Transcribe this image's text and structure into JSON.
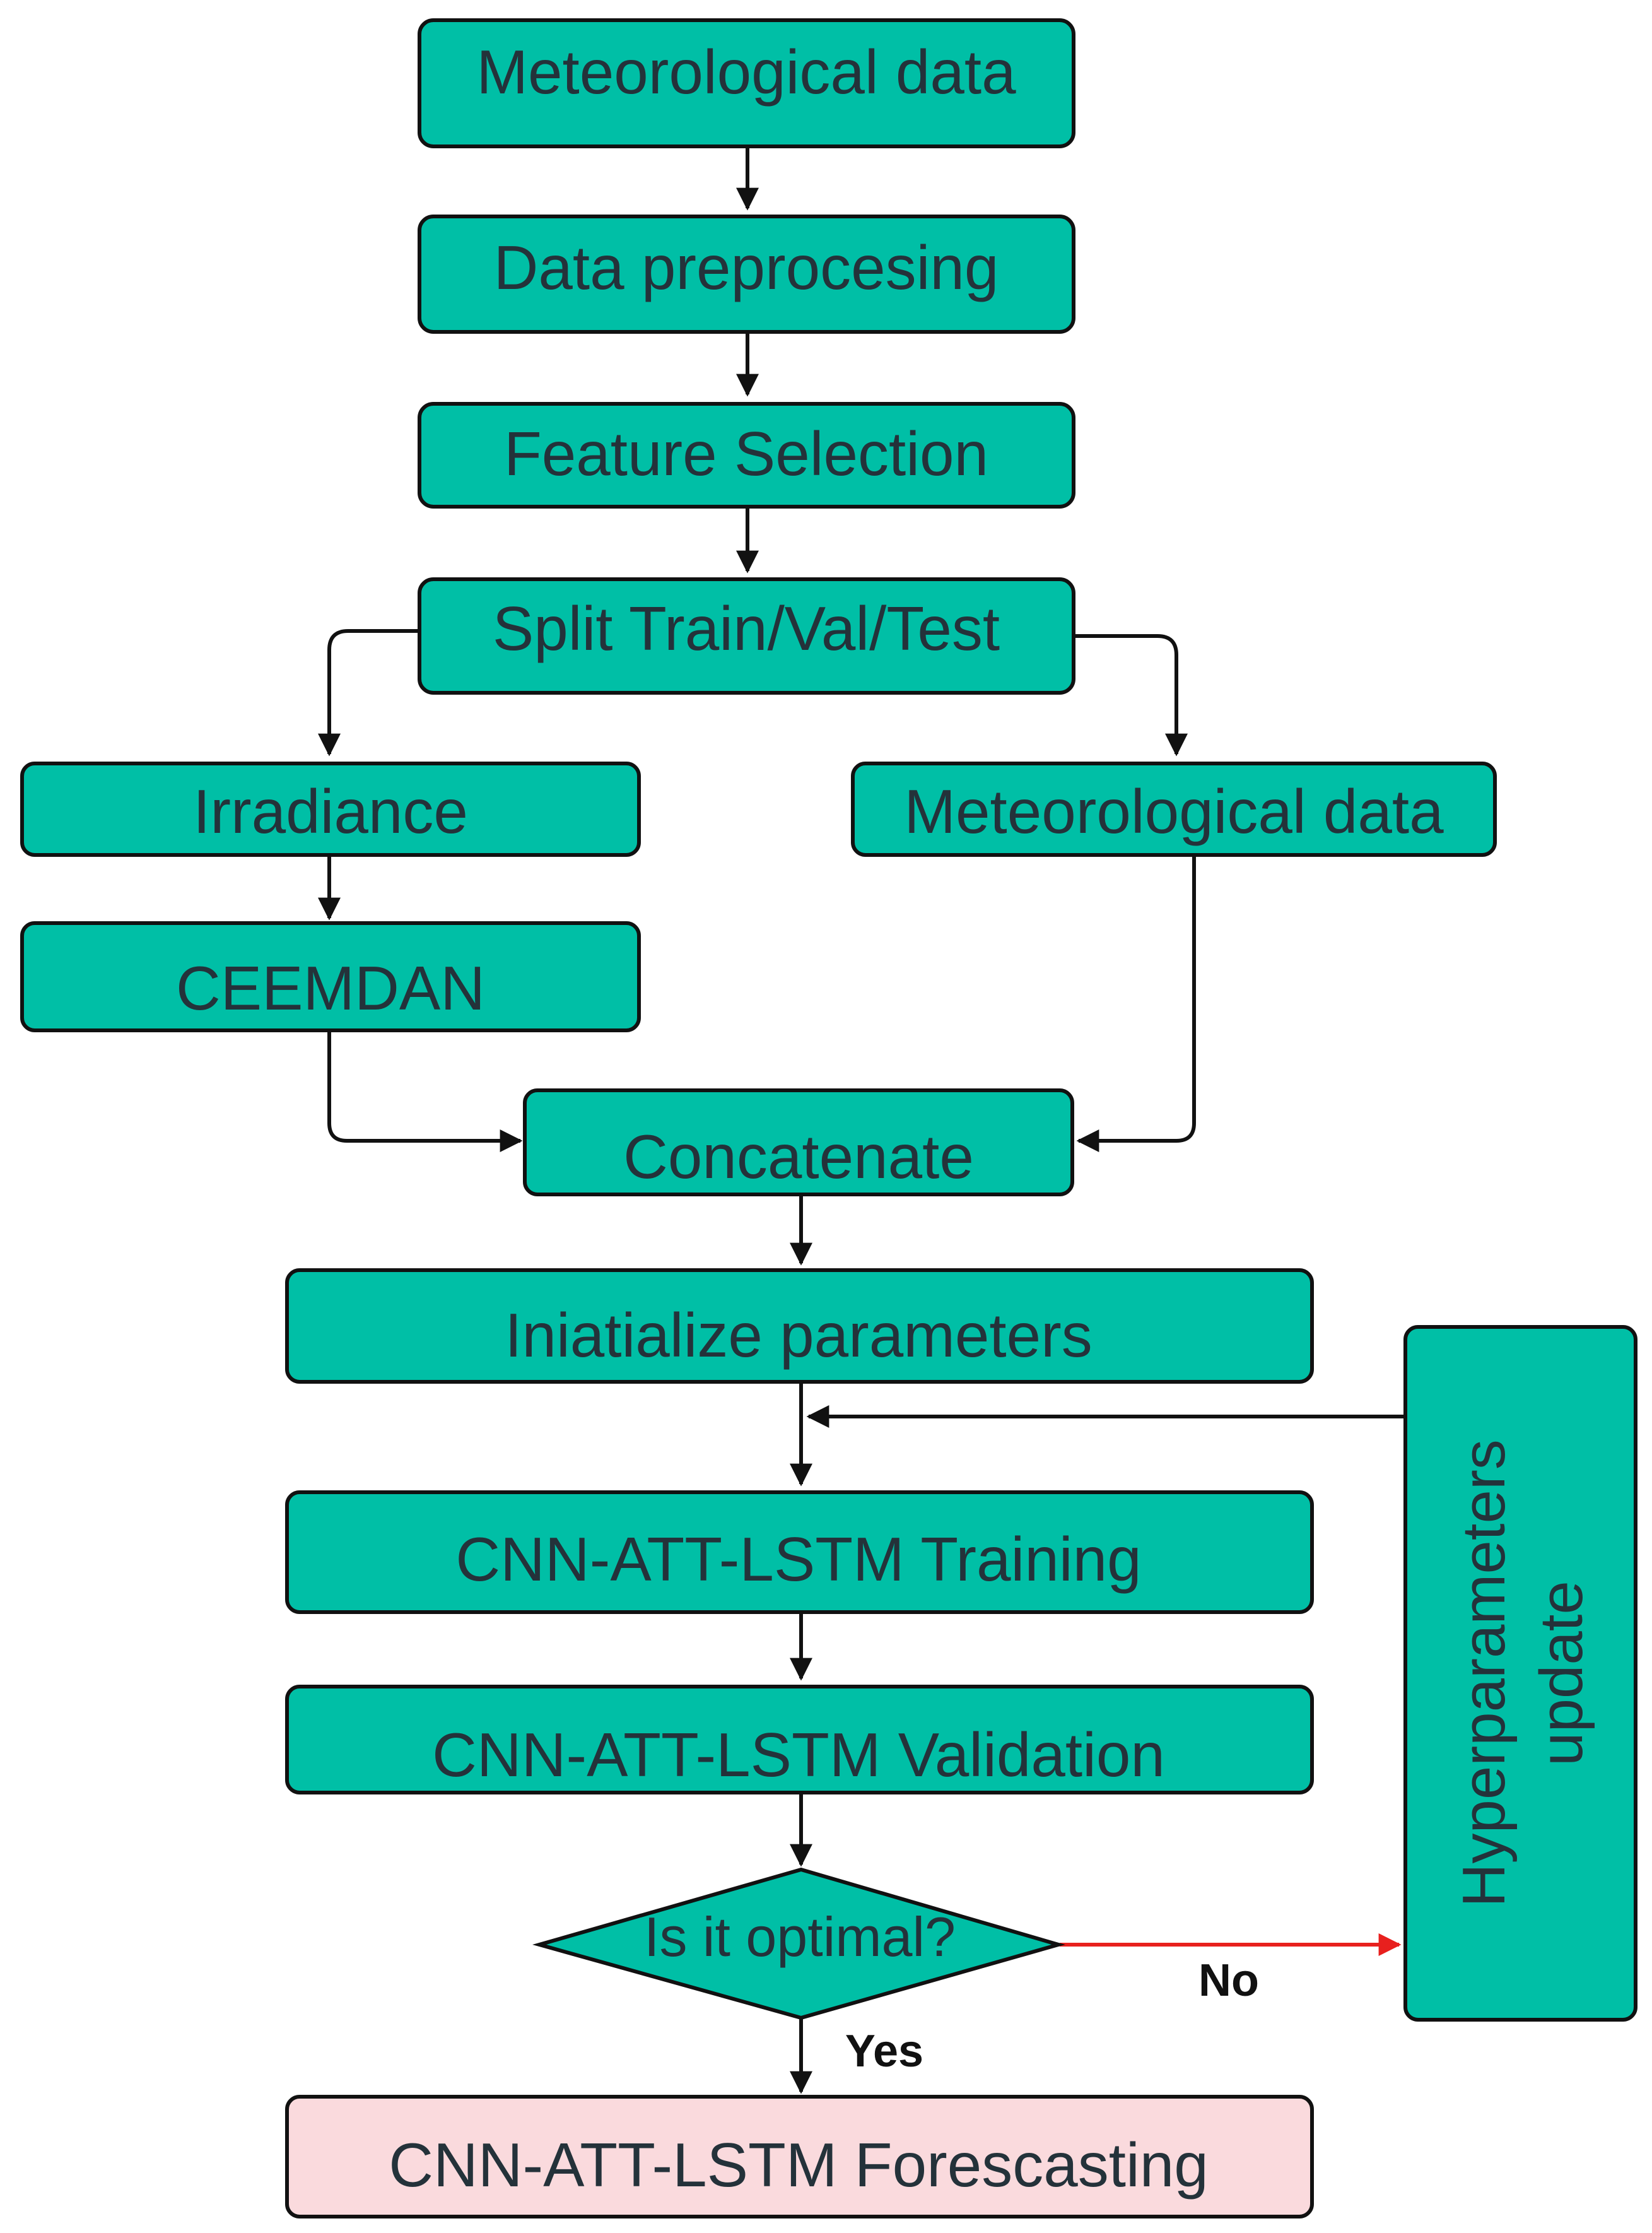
{
  "colors": {
    "box_fill": "#00BFA6",
    "final_fill": "#FADADD",
    "stroke": "#111111",
    "text": "#24323A",
    "no_arrow": "#E8201E"
  },
  "nodes": {
    "meteo_data_top": "Meteorological data",
    "preprocessing": "Data preprocesing",
    "feature_selection": "Feature Selection",
    "split": "Split Train/Val/Test",
    "irradiance": "Irradiance",
    "meteo_data_right": "Meteorological data",
    "ceemdan": "CEEMDAN",
    "concatenate": "Concatenate",
    "init_params": "Iniatialize parameters",
    "training": "CNN-ATT-LSTM Training",
    "validation": "CNN-ATT-LSTM Validation",
    "decision": "Is it optimal?",
    "hyper_update_line1": "Hyperparameters",
    "hyper_update_line2": "update",
    "forecasting": "CNN-ATT-LSTM Forescasting"
  },
  "edge_labels": {
    "no": "No",
    "yes": "Yes"
  }
}
